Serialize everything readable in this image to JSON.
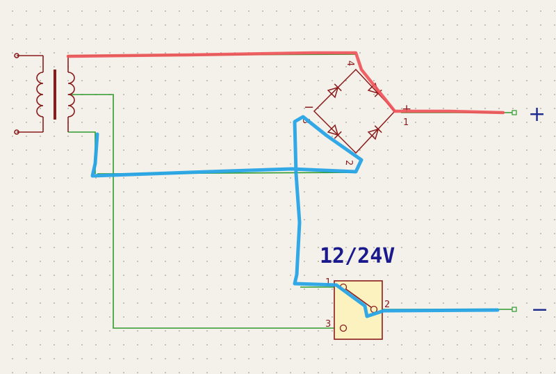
{
  "colors": {
    "wire_green": "#2e9a2e",
    "symbol": "#8b1a1a",
    "highlight_red": "#f0555a",
    "highlight_blue": "#27a4e6",
    "title": "#1a1a8c",
    "switch_fill": "#fbf2c0"
  },
  "switch_label": "12/24V",
  "outputs": {
    "plus": "+",
    "minus": "−"
  },
  "bridge": {
    "pin_4": "4",
    "pin_3": "3",
    "pin_1": "1",
    "pin_2": "2",
    "minus_mark": "−",
    "plus_mark": "+"
  },
  "switch": {
    "pin_1": "1",
    "pin_2": "2",
    "pin_3": "3"
  }
}
